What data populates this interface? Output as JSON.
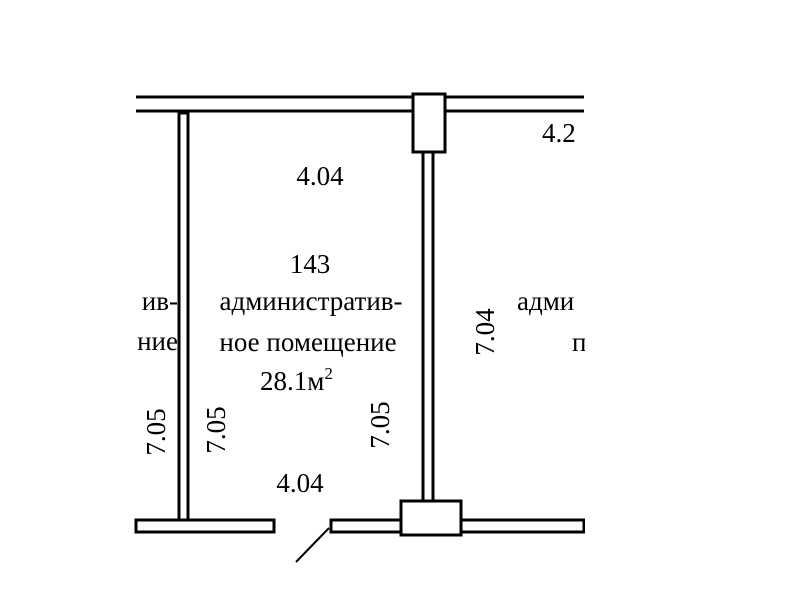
{
  "plan": {
    "room": {
      "number": "143",
      "name_line1": "административ-",
      "name_line2": "ное помещение",
      "area_value": "28.1м",
      "area_unit_sup": "2"
    },
    "left_room": {
      "text_line1": "ив-",
      "text_line2": "ние"
    },
    "right_room": {
      "text_line1": "адми",
      "text_line2": "п",
      "top_dimension": "4.2"
    },
    "dimensions": {
      "top_width": "4.04",
      "bottom_width": "4.04",
      "left_outer_height": "7.05",
      "left_inner_height": "7.05",
      "right_inner_height": "7.05",
      "right_outer_height": "7.04"
    },
    "colors": {
      "line": "#000000",
      "background": "#ffffff"
    }
  }
}
